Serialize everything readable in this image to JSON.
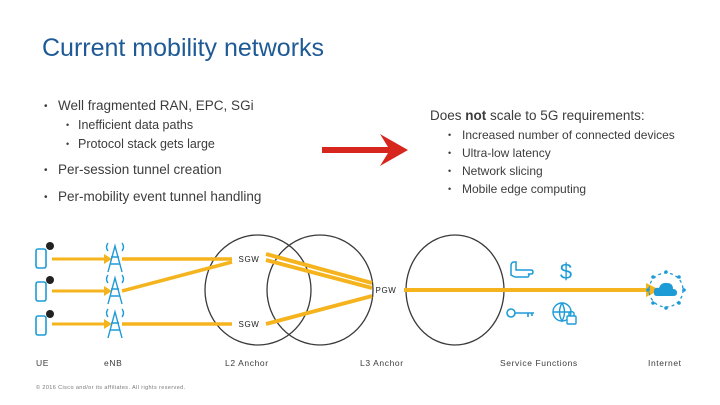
{
  "slide": {
    "title": "Current mobility networks",
    "left_bullets": [
      {
        "text": "Well fragmented RAN, EPC, SGi"
      },
      {
        "text": "Inefficient data paths"
      },
      {
        "text": "Protocol stack gets large"
      },
      {
        "text": "Per-session tunnel creation"
      },
      {
        "text": "Per-mobility event tunnel handling"
      }
    ],
    "right_heading": {
      "prefix": "Does ",
      "emphasis": "not",
      "suffix": " scale to 5G requirements:"
    },
    "right_bullets": [
      {
        "text": "Increased number of connected devices"
      },
      {
        "text": "Ultra-low latency"
      },
      {
        "text": "Network slicing"
      },
      {
        "text": "Mobile edge computing"
      }
    ],
    "bullet_char": "•",
    "diagram": {
      "sgw_top": "SGW",
      "pgw": "PGW",
      "sgw_bottom": "SGW",
      "dollar": "$"
    },
    "axis_labels": {
      "ue": "UE",
      "enb": "eNB",
      "l2": "L2 Anchor",
      "l3": "L3 Anchor",
      "service": "Service Functions",
      "internet": "Internet"
    },
    "copyright": "© 2016 Cisco and/or its affiliates. All rights reserved."
  },
  "colors": {
    "title": "#1f5a96",
    "arrow_red": "#d7261e",
    "tunnel": "#f5b41e",
    "accent_blue": "#1d9bd7"
  }
}
